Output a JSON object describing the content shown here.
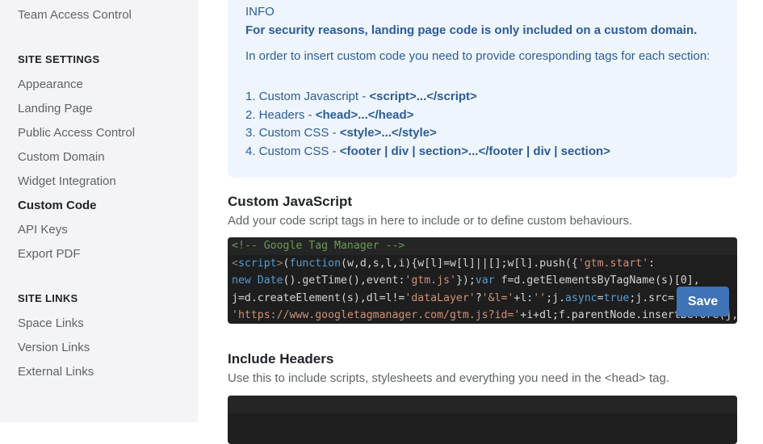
{
  "sidebar": {
    "top_item": "Team Access Control",
    "site_settings_heading": "SITE SETTINGS",
    "settings_items": [
      "Appearance",
      "Landing Page",
      "Public Access Control",
      "Custom Domain",
      "Widget Integration",
      "Custom Code",
      "API Keys",
      "Export PDF"
    ],
    "active": "Custom Code",
    "site_links_heading": "SITE LINKS",
    "link_items": [
      "Space Links",
      "Version Links",
      "External Links"
    ]
  },
  "info": {
    "title": "INFO",
    "warning": "For security reasons, landing page code is only included on a custom domain.",
    "body": "In order to insert custom code you need to provide coresponding tags for each section:",
    "list": [
      {
        "label": "1. Custom Javascript - ",
        "tag": "<script>...</script>"
      },
      {
        "label": "2. Headers - ",
        "tag": "<head>...</head>"
      },
      {
        "label": "3. Custom CSS - ",
        "tag": "<style>...</style>"
      },
      {
        "label": "4. Custom CSS - ",
        "tag": "<footer | div | section>...</footer | div | section>"
      }
    ]
  },
  "js_section": {
    "title": "Custom JavaScript",
    "description": "Add your code script tags in here to include or to define custom behaviours.",
    "code_lines": [
      "<!-- Google Tag Manager -->",
      "<script>(function(w,d,s,l,i){w[l]=w[l]||[];w[l].push({'gtm.start':",
      "new Date().getTime(),event:'gtm.js'});var f=d.getElementsByTagName(s)[0],",
      "j=d.createElement(s),dl=l!='dataLayer'?'&l='+l:'';j.async=true;j.src=",
      "'https://www.googletagmanager.com/gtm.js?id='+i+dl;f.parentNode.insertBefore(j,f);"
    ],
    "save_label": "Save"
  },
  "headers_section": {
    "title": "Include Headers",
    "description": "Use this to include scripts, stylesheets and everything you need in the <head> tag."
  }
}
